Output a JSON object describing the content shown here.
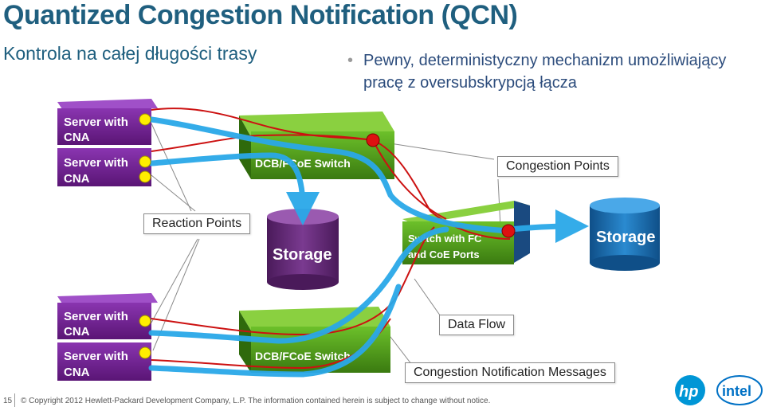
{
  "title": "Quantized Congestion Notification (QCN)",
  "subtitle": "Kontrola na całej długości trasy",
  "bullet": "Pewny, deterministyczny mechanizm umożliwiający pracę z oversubskrypcją łącza",
  "labels": {
    "congestion_points": "Congestion Points",
    "reaction_points": "Reaction Points",
    "data_flow": "Data Flow",
    "congestion_notification_messages": "Congestion Notification Messages"
  },
  "devices": {
    "server_line1": "Server with",
    "server_line2": "CNA",
    "switch_top": "DCB/FCoE Switch",
    "switch_bottom": "DCB/FCoE Switch",
    "switch_mid_line1": "Switch with FC",
    "switch_mid_line2": "and CoE Ports",
    "storage_left": "Storage",
    "storage_right": "Storage"
  },
  "footer": {
    "page_number": "15",
    "copyright": "© Copyright 2012 Hewlett-Packard Development Company, L.P. The information contained herein is subject to change without notice."
  },
  "logos": {
    "hp": "hp",
    "intel": "intel"
  },
  "colors": {
    "title": "#1f5f7f",
    "server": "#6a1f8a",
    "switch": "#4d9a1a",
    "storage_left": "#5a2a6a",
    "storage_right": "#1b6fb0",
    "data_flow": "#2aa8e8",
    "notification": "#cc1111",
    "reaction_point": "#ffee00"
  }
}
